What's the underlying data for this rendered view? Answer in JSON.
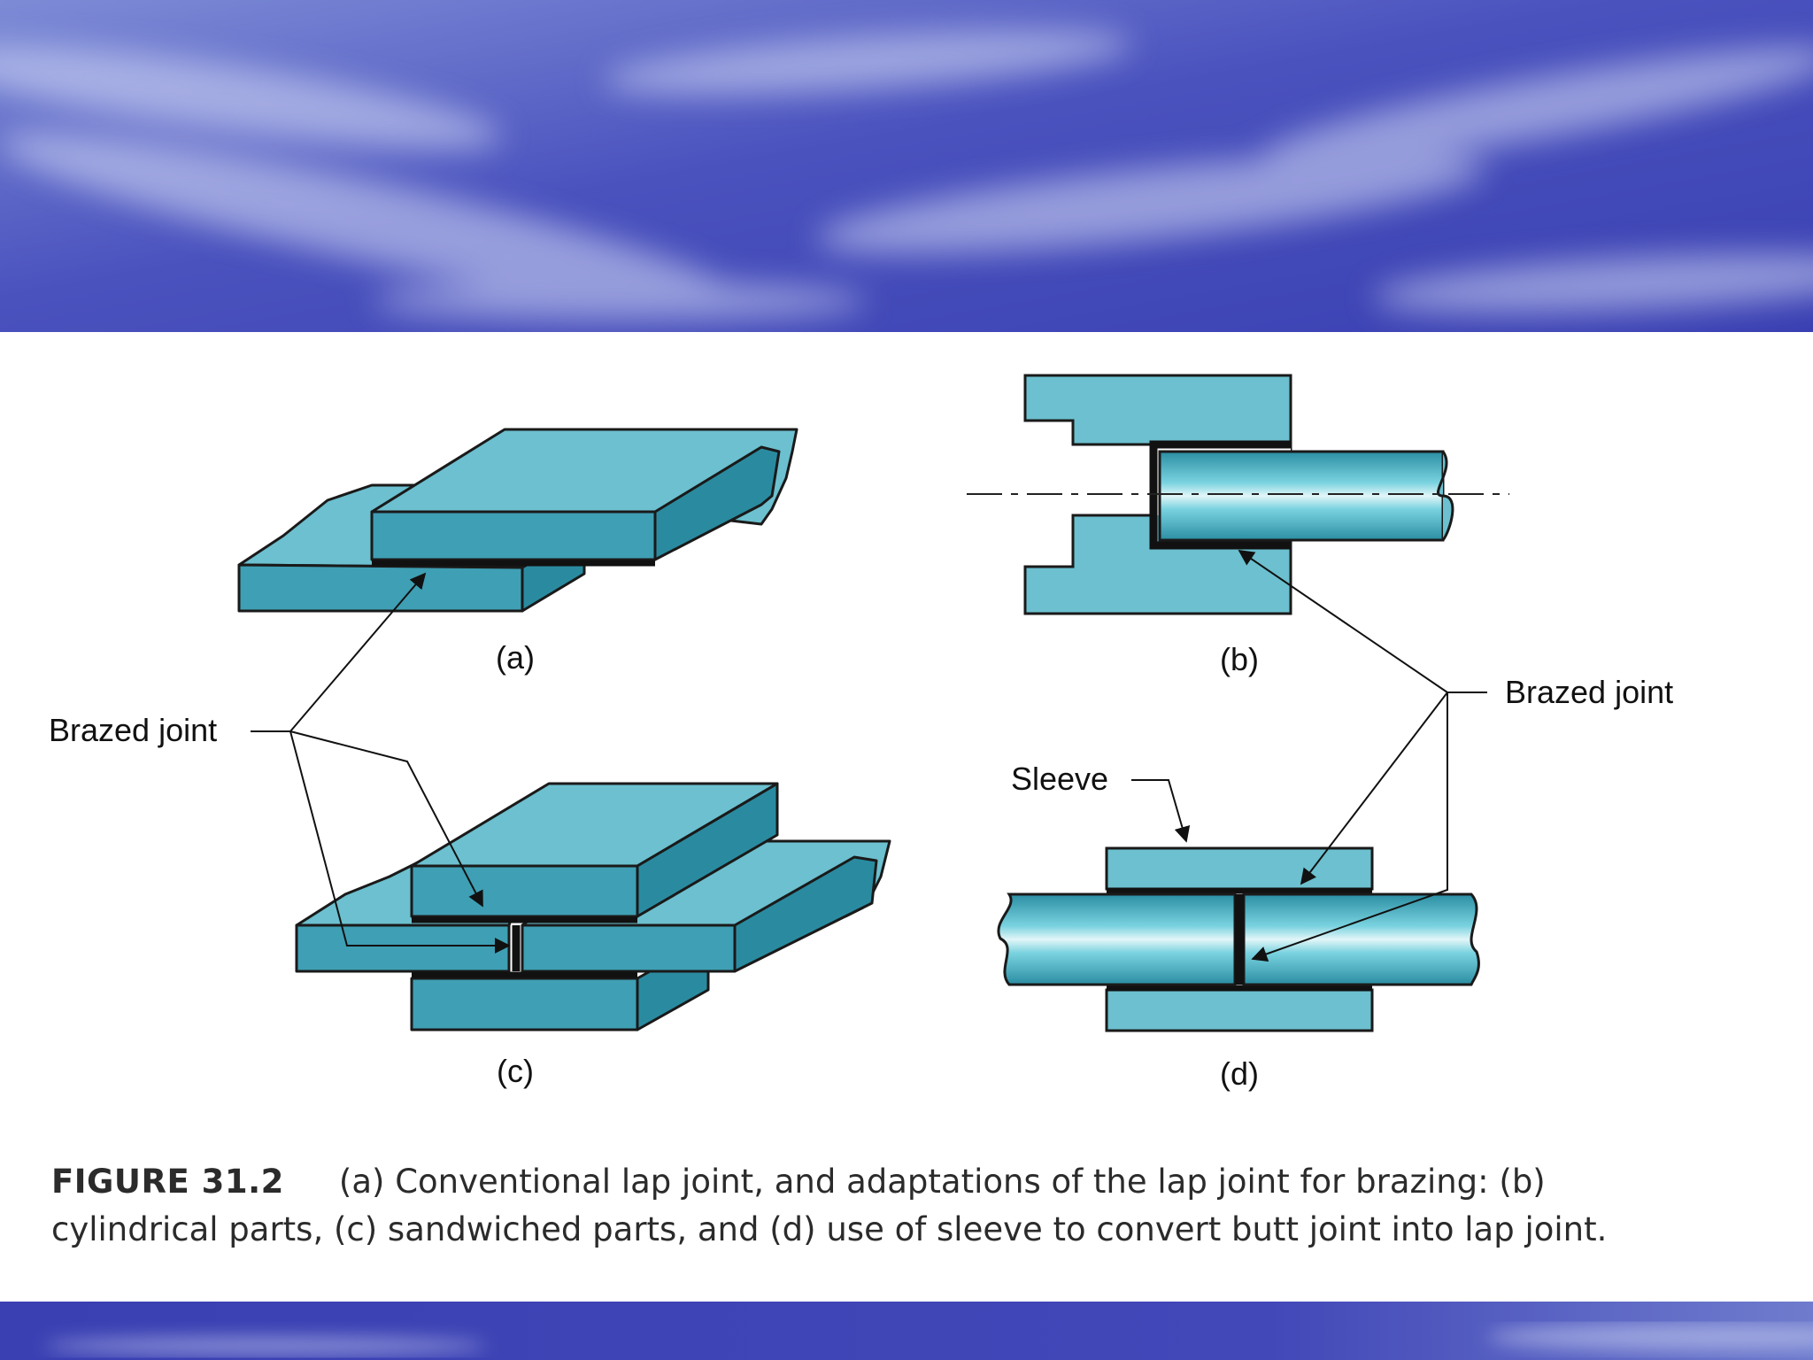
{
  "figure": {
    "labels": {
      "a": "(a)",
      "b": "(b)",
      "c": "(c)",
      "d": "(d)",
      "brazed_joint_left": "Brazed joint",
      "brazed_joint_right": "Brazed joint",
      "sleeve": "Sleeve"
    }
  },
  "caption": {
    "figure_number": "FIGURE 31.2",
    "line1": "(a) Conventional lap joint, and adaptations of the lap joint for brazing: (b)",
    "line2": "cylindrical parts, (c) sandwiched parts, and (d) use of sleeve to convert butt joint into lap joint."
  },
  "colors": {
    "sky_dark": "#3a40b2",
    "sky_light": "#8f9ee0",
    "part_top": "#6cc0cf",
    "part_front": "#3f9fb4",
    "part_side": "#2a8ba0",
    "rod": "#49b3c6",
    "joint": "#111111"
  }
}
